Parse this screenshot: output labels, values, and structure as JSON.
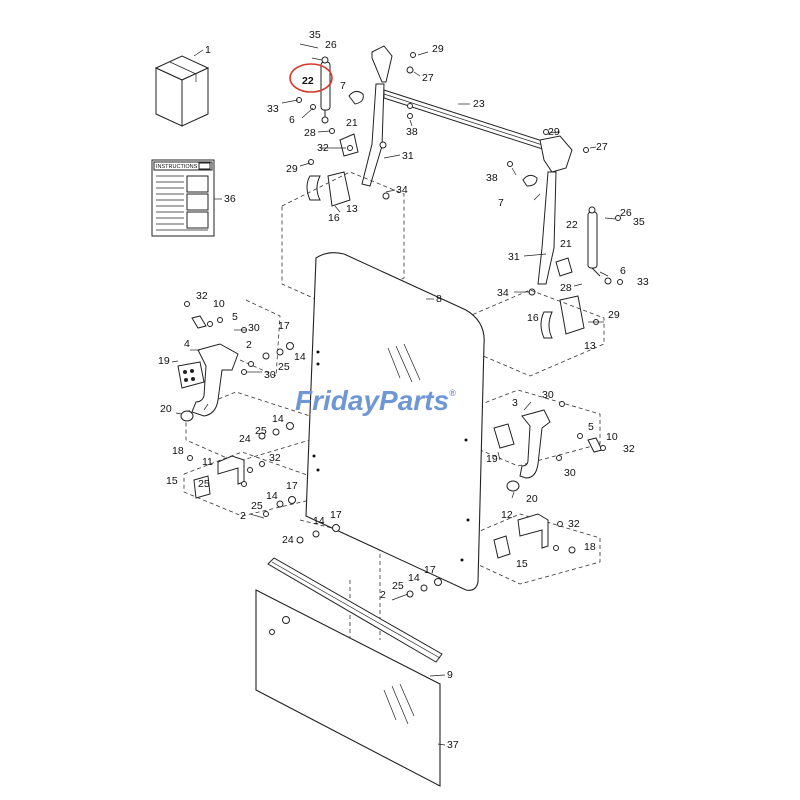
{
  "watermark": {
    "word1": "Friday",
    "word2": "Parts",
    "mark": "®",
    "color1": "#6f97d6",
    "color2": "#d8a23a"
  },
  "instructions_card": {
    "heading": "INSTRUCTIONS"
  },
  "highlight": {
    "label": "22",
    "color": "#d9382f"
  },
  "callouts": [
    {
      "id": "c1",
      "label": "1"
    },
    {
      "id": "c36",
      "label": "36"
    },
    {
      "id": "c35a",
      "label": "35"
    },
    {
      "id": "c26a",
      "label": "26"
    },
    {
      "id": "c7a",
      "label": "7"
    },
    {
      "id": "c33a",
      "label": "33"
    },
    {
      "id": "c6a",
      "label": "6"
    },
    {
      "id": "c28a",
      "label": "28"
    },
    {
      "id": "c21a",
      "label": "21"
    },
    {
      "id": "c32a",
      "label": "32"
    },
    {
      "id": "c29a",
      "label": "29"
    },
    {
      "id": "c31a",
      "label": "31"
    },
    {
      "id": "c34a",
      "label": "34"
    },
    {
      "id": "c13a",
      "label": "13"
    },
    {
      "id": "c16a",
      "label": "16"
    },
    {
      "id": "c29b",
      "label": "29"
    },
    {
      "id": "c27a",
      "label": "27"
    },
    {
      "id": "c23",
      "label": "23"
    },
    {
      "id": "c38a",
      "label": "38"
    },
    {
      "id": "c29c",
      "label": "29"
    },
    {
      "id": "c27b",
      "label": "27"
    },
    {
      "id": "c38b",
      "label": "38"
    },
    {
      "id": "c7b",
      "label": "7"
    },
    {
      "id": "c22b",
      "label": "22"
    },
    {
      "id": "c26b",
      "label": "26"
    },
    {
      "id": "c35b",
      "label": "35"
    },
    {
      "id": "c21b",
      "label": "21"
    },
    {
      "id": "c31b",
      "label": "31"
    },
    {
      "id": "c6b",
      "label": "6"
    },
    {
      "id": "c33b",
      "label": "33"
    },
    {
      "id": "c34b",
      "label": "34"
    },
    {
      "id": "c28b",
      "label": "28"
    },
    {
      "id": "c16b",
      "label": "16"
    },
    {
      "id": "c29d",
      "label": "29"
    },
    {
      "id": "c13b",
      "label": "13"
    },
    {
      "id": "c8",
      "label": "8"
    },
    {
      "id": "c32b",
      "label": "32"
    },
    {
      "id": "c10a",
      "label": "10"
    },
    {
      "id": "c5a",
      "label": "5"
    },
    {
      "id": "c30a",
      "label": "30"
    },
    {
      "id": "c17a",
      "label": "17"
    },
    {
      "id": "c4",
      "label": "4"
    },
    {
      "id": "c2a",
      "label": "2"
    },
    {
      "id": "c14a",
      "label": "14"
    },
    {
      "id": "c19a",
      "label": "19"
    },
    {
      "id": "c25a",
      "label": "25"
    },
    {
      "id": "c30b",
      "label": "30"
    },
    {
      "id": "c20a",
      "label": "20"
    },
    {
      "id": "c14b",
      "label": "14"
    },
    {
      "id": "c25b",
      "label": "25"
    },
    {
      "id": "c24a",
      "label": "24"
    },
    {
      "id": "c18a",
      "label": "18"
    },
    {
      "id": "c11",
      "label": "11"
    },
    {
      "id": "c32c",
      "label": "32"
    },
    {
      "id": "c15a",
      "label": "15"
    },
    {
      "id": "c25c",
      "label": "25"
    },
    {
      "id": "c17b",
      "label": "17"
    },
    {
      "id": "c14c",
      "label": "14"
    },
    {
      "id": "c25d",
      "label": "25"
    },
    {
      "id": "c2b",
      "label": "2"
    },
    {
      "id": "c14d",
      "label": "14"
    },
    {
      "id": "c17c",
      "label": "17"
    },
    {
      "id": "c24b",
      "label": "24"
    },
    {
      "id": "c30c",
      "label": "30"
    },
    {
      "id": "c3",
      "label": "3"
    },
    {
      "id": "c5b",
      "label": "5"
    },
    {
      "id": "c10b",
      "label": "10"
    },
    {
      "id": "c32d",
      "label": "32"
    },
    {
      "id": "c19b",
      "label": "19"
    },
    {
      "id": "c30d",
      "label": "30"
    },
    {
      "id": "c20b",
      "label": "20"
    },
    {
      "id": "c12",
      "label": "12"
    },
    {
      "id": "c32e",
      "label": "32"
    },
    {
      "id": "c18b",
      "label": "18"
    },
    {
      "id": "c15b",
      "label": "15"
    },
    {
      "id": "c17d",
      "label": "17"
    },
    {
      "id": "c14e",
      "label": "14"
    },
    {
      "id": "c25e",
      "label": "25"
    },
    {
      "id": "c2c",
      "label": "2"
    },
    {
      "id": "c9",
      "label": "9"
    },
    {
      "id": "c37",
      "label": "37"
    }
  ]
}
